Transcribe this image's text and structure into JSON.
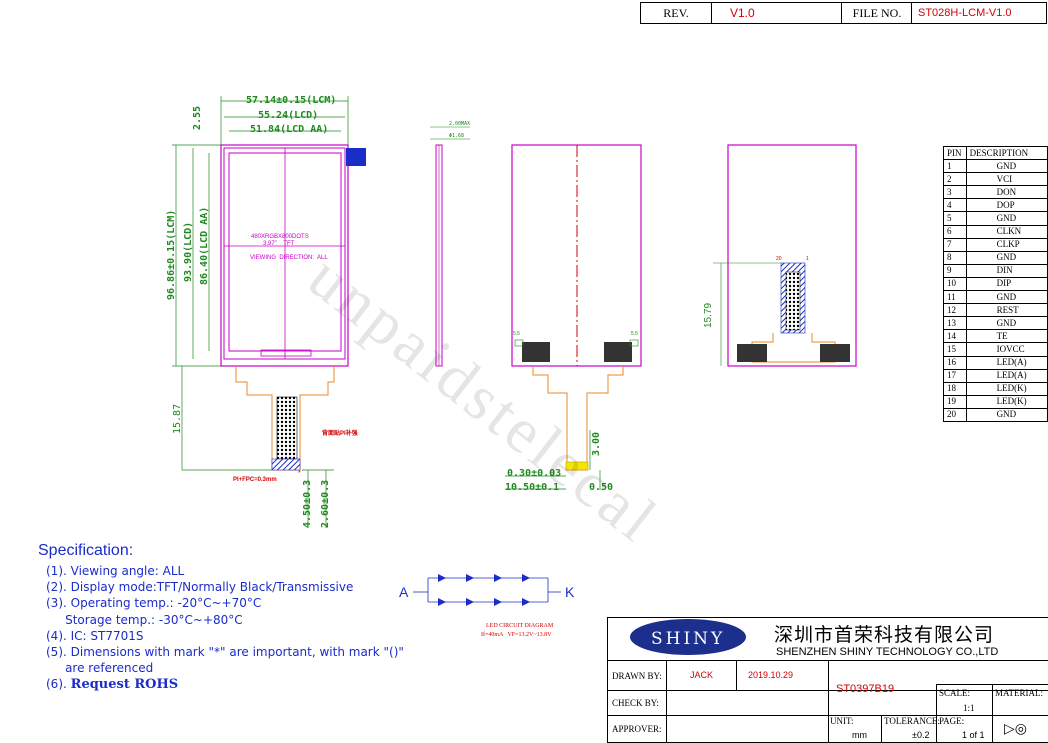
{
  "header": {
    "rev_label": "REV.",
    "rev_value": "V1.0",
    "file_label": "FILE NO.",
    "file_value": "ST028H-LCM-V1.0"
  },
  "front_view": {
    "dim_total_width": "57.14±0.15(LCM)",
    "dim_lcd_width": "55.24(LCD)",
    "dim_aa_width": "51.84(LCD AA)",
    "dim_top_offset": "2.55",
    "dim_total_height": "96.86±0.15(LCM)",
    "dim_lcd_height": "93.90(LCD)",
    "dim_aa_height": "86.40(LCD AA)",
    "dim_fpc_length": "15.87",
    "panel_text_1": "480XRGBX800DOTS",
    "panel_text_2": "3.97\"    TFT",
    "panel_text_3": "VIEWING  DIRECTION:  ALL",
    "fpc_note": "PI+FPC=0.3mm",
    "fpc_tail_note": "背面贴PI补强",
    "dim_tail_1": "4.50±0.3",
    "dim_tail_2": "2.60±0.3",
    "marker": "*"
  },
  "side_view": {
    "dim_a": "2.00MAX",
    "dim_b": "Φ1.68"
  },
  "back_view": {
    "dim_pitch": "0.30±0.03",
    "dim_width": "10.50±0.1",
    "dim_stiff": "3.00",
    "dim_end": "0.50",
    "pad_label_l": "5.5",
    "pad_label_r": "5.5"
  },
  "rear_view": {
    "dim_height": "15.79",
    "pin_start": "20",
    "pin_end": "1"
  },
  "pins": [
    {
      "pin": "PIN",
      "desc": "DESCRIPTION"
    },
    {
      "pin": "1",
      "desc": "GND"
    },
    {
      "pin": "2",
      "desc": "VCI"
    },
    {
      "pin": "3",
      "desc": "DON"
    },
    {
      "pin": "4",
      "desc": "DOP"
    },
    {
      "pin": "5",
      "desc": "GND"
    },
    {
      "pin": "6",
      "desc": "CLKN"
    },
    {
      "pin": "7",
      "desc": "CLKP"
    },
    {
      "pin": "8",
      "desc": "GND"
    },
    {
      "pin": "9",
      "desc": "DIN"
    },
    {
      "pin": "10",
      "desc": "DIP"
    },
    {
      "pin": "11",
      "desc": "GND"
    },
    {
      "pin": "12",
      "desc": "REST"
    },
    {
      "pin": "13",
      "desc": "GND"
    },
    {
      "pin": "14",
      "desc": "TE"
    },
    {
      "pin": "15",
      "desc": "IOVCC"
    },
    {
      "pin": "16",
      "desc": "LED(A)"
    },
    {
      "pin": "17",
      "desc": "LED(A)"
    },
    {
      "pin": "18",
      "desc": "LED(K)"
    },
    {
      "pin": "19",
      "desc": "LED(K)"
    },
    {
      "pin": "20",
      "desc": "GND"
    }
  ],
  "spec": {
    "title": "Specification:",
    "l1": "(1). Viewing angle: ALL",
    "l2": "(2). Display mode:TFT/Normally Black/Transmissive",
    "l3": "(3). Operating temp.: -20°C~+70°C",
    "l4": "     Storage temp.: -30°C~+80°C",
    "l5": "(4). IC: ST7701S",
    "l6": "(5). Dimensions with mark \"*\" are important, with mark \"()\"",
    "l7": "     are referenced",
    "l8_prefix": "(6).",
    "l8_bold": "Request ROHS"
  },
  "led": {
    "label_a": "A",
    "label_k": "K",
    "title": "LED CIRCUIT DIAGRAM",
    "note": "If=40mA   VF=13.2V~13.8V"
  },
  "watermark": "unpaidstelecal",
  "title_block": {
    "logo": "SHINY",
    "company_cn": "深圳市首荣科技有限公司",
    "company_en": "SHENZHEN SHINY TECHNOLOGY CO.,LTD",
    "drawn_label": "DRAWN BY:",
    "drawn_value": "JACK",
    "date_value": "2019.10.29",
    "check_label": "CHECK BY:",
    "approve_label": "APPROVER:",
    "part_no": "ST0397B19",
    "scale_label": "SCALE:",
    "scale_value": "1:1",
    "material_label": "MATERIAL:",
    "unit_label": "UNIT:",
    "unit_value": "mm",
    "tol_label": "TOLERANCE:",
    "tol_value": "±0.2",
    "page_label": "PAGE:",
    "page_value": "1 of 1"
  }
}
